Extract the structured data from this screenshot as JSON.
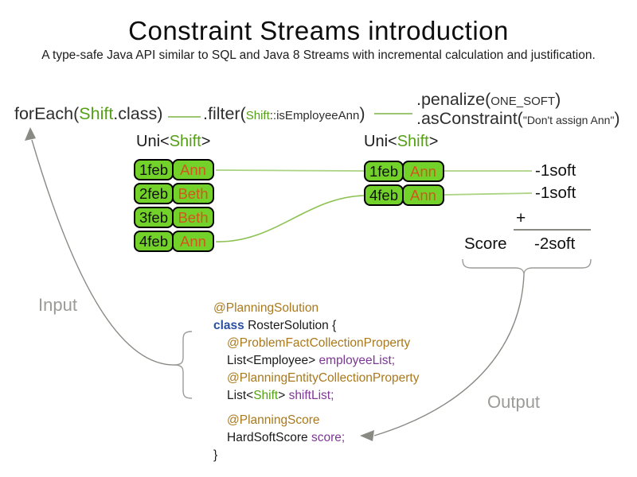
{
  "title": "Constraint Streams introduction",
  "subtitle": "A type-safe Java API similar to SQL and Java 8 Streams with incremental calculation and justification.",
  "pipeline": {
    "forEach": {
      "pre": "forEach(",
      "type": "Shift",
      "post": ".class)"
    },
    "filter": {
      "pre": ".filter(",
      "type": "Shift",
      "method": "::isEmployeeAnn",
      "post": ")"
    },
    "penalize": {
      "pre": ".penalize(",
      "arg": "ONE_SOFT",
      "post": ")"
    },
    "asConstraint": {
      "pre": ".asConstraint(",
      "arg": "\"Don't assign Ann\"",
      "post": ")"
    }
  },
  "streams": {
    "input": {
      "label_pre": "Uni<",
      "label_type": "Shift",
      "label_post": ">",
      "rows": [
        {
          "date": "1feb",
          "name": "Ann"
        },
        {
          "date": "2feb",
          "name": "Beth"
        },
        {
          "date": "3feb",
          "name": "Beth"
        },
        {
          "date": "4feb",
          "name": "Ann"
        }
      ]
    },
    "filtered": {
      "label_pre": "Uni<",
      "label_type": "Shift",
      "label_post": ">",
      "rows": [
        {
          "date": "1feb",
          "name": "Ann"
        },
        {
          "date": "4feb",
          "name": "Ann"
        }
      ]
    }
  },
  "penalties": [
    "-1soft",
    "-1soft"
  ],
  "score": {
    "plus": "+",
    "label": "Score",
    "total": "-2soft"
  },
  "labels": {
    "input": "Input",
    "output": "Output"
  },
  "code": {
    "annotation_solution": "@PlanningSolution",
    "class_keyword": "class",
    "class_decl": " RosterSolution {",
    "annotation_problem_fact": "@ProblemFactCollectionProperty",
    "employee_type": "List<Employee> ",
    "employee_field": "employeeList;",
    "annotation_planning_entity": "@PlanningEntityCollectionProperty",
    "shift_pre": "List<",
    "shift_type": "Shift",
    "shift_mid": "> ",
    "shift_field": "shiftList;",
    "annotation_score": "@PlanningScore",
    "score_type": "HardSoftScore ",
    "score_field": "score;",
    "close_brace": "}"
  },
  "colors": {
    "type_green": "#55a016",
    "box_green": "#72d22a",
    "employee_orange": "#d2571e",
    "annotation_gold": "#a9791c",
    "field_purple": "#7d3794",
    "keyword_blue": "#2b4fa2",
    "arrow_gray": "#8a8a85",
    "link_pale_green": "#abd382"
  }
}
